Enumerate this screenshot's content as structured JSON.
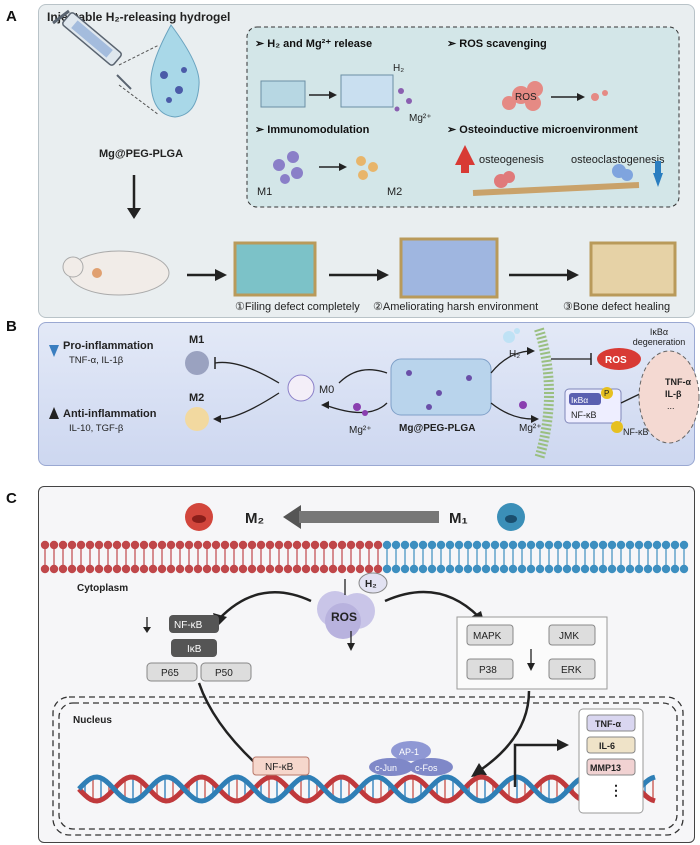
{
  "panel_labels": {
    "a": "A",
    "b": "B",
    "c": "C"
  },
  "panel_a": {
    "title": "Injectable H₂-releasing hydrogel",
    "material": "Mg@PEG-PLGA",
    "box_items": {
      "release": "H₂ and Mg²⁺ release",
      "ros": "ROS scavenging",
      "immuno": "Immunomodulation",
      "osteo": "Osteoinductive microenvironment"
    },
    "h2": "H₂",
    "mg": "Mg²⁺",
    "ros": "ROS",
    "m1": "M1",
    "m2": "M2",
    "osteogenesis": "osteogenesis",
    "osteoclastogenesis": "osteoclastogenesis",
    "steps": [
      "①Filing defect completely",
      "②Ameliorating harsh environment",
      "③Bone defect healing"
    ]
  },
  "panel_b": {
    "pro_title": "Pro-inflammation",
    "pro_cyto": "TNF-α, IL-1β",
    "anti_title": "Anti-inflammation",
    "anti_cyto": "IL-10, TGF-β",
    "m1": "M1",
    "m2": "M2",
    "m0": "M0",
    "mg_left": "Mg²⁺",
    "material": "Mg@PEG-PLGA",
    "h2": "H₂",
    "mg_right": "Mg²⁺",
    "ros": "ROS",
    "ikb_deg": "IκBα\ndegeneration",
    "ikba": "IκBα",
    "nfkb": "NF-κB",
    "nfkb2": "NF-κB",
    "p": "P",
    "tnf": "TNF-α",
    "il": "IL-β",
    "dots": "..."
  },
  "panel_c": {
    "m2": "M₂",
    "m1": "M₁",
    "cytoplasm": "Cytoplasm",
    "h2": "H₂",
    "ros": "ROS",
    "nfkb": "NF-κB",
    "ikb": "IκB",
    "p65": "P65",
    "p50": "P50",
    "mapk": "MAPK",
    "jmk": "JMK",
    "p38": "P38",
    "erk": "ERK",
    "nucleus": "Nucleus",
    "nfkb_dna": "NF-κB",
    "ap1": "AP-1",
    "cjun": "c-Jun",
    "cfos": "c-Fos",
    "genes": [
      "TNF-α",
      "IL-6",
      "MMP13"
    ],
    "gene_more": "⋮"
  },
  "colors": {
    "membrane_red": "#c0474a",
    "membrane_blue": "#3d8fc0",
    "ros_red": "#e0413a",
    "box_purple": "#c9c5e8"
  }
}
